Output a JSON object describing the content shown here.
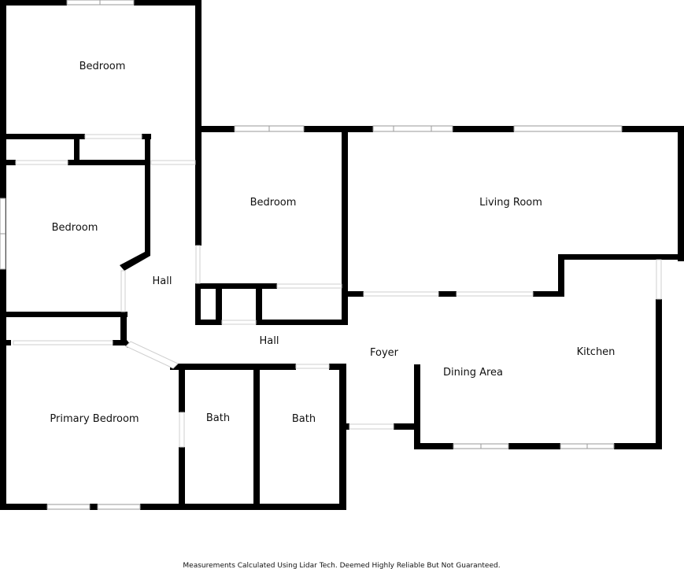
{
  "floor_plan": {
    "rooms": [
      {
        "id": "bedroom-top-left",
        "label": "Bedroom"
      },
      {
        "id": "bedroom-left",
        "label": "Bedroom"
      },
      {
        "id": "bedroom-center",
        "label": "Bedroom"
      },
      {
        "id": "living-room",
        "label": "Living Room"
      },
      {
        "id": "hall-left",
        "label": "Hall"
      },
      {
        "id": "hall-center",
        "label": "Hall"
      },
      {
        "id": "foyer",
        "label": "Foyer"
      },
      {
        "id": "dining-area",
        "label": "Dining Area"
      },
      {
        "id": "kitchen",
        "label": "Kitchen"
      },
      {
        "id": "primary-bedroom",
        "label": "Primary Bedroom"
      },
      {
        "id": "bath-left",
        "label": "Bath"
      },
      {
        "id": "bath-right",
        "label": "Bath"
      }
    ],
    "footer": "Measurements Calculated Using Lidar Tech. Deemed Highly Reliable But Not Guaranteed."
  }
}
